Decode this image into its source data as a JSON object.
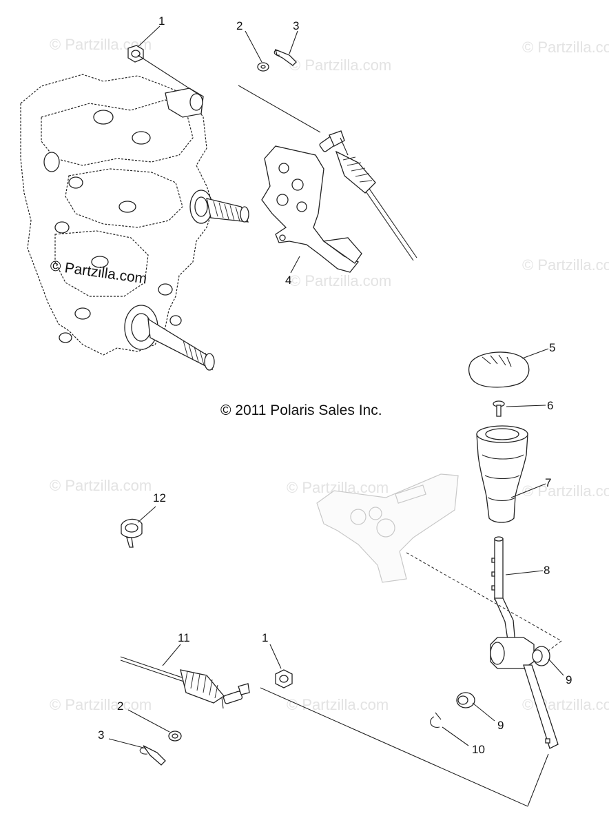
{
  "copyright": "© 2011 Polaris Sales Inc.",
  "watermark_main": "© Partzilla.com",
  "watermark_text": "© Partzilla.com",
  "callouts": [
    "1",
    "2",
    "3",
    "4",
    "5",
    "6",
    "7",
    "8",
    "9",
    "10",
    "11",
    "12"
  ],
  "callouts_lower": [
    "12",
    "11",
    "1",
    "2",
    "3",
    "9",
    "10"
  ]
}
